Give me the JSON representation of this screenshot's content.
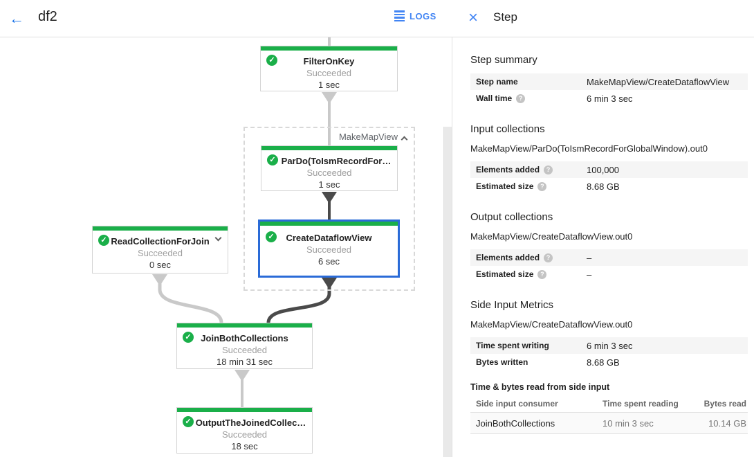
{
  "topbar": {
    "title": "df2",
    "logs_label": "LOGS"
  },
  "icons": {
    "back": "←",
    "close": "×",
    "check": "✓",
    "help": "?"
  },
  "colors": {
    "green": "#1aaf49",
    "accent_blue": "#1a73e8",
    "selected_border": "#2a6bd7",
    "edge_light": "#c9c9c9",
    "edge_dark": "#4a4a4a"
  },
  "graph": {
    "group_label": "MakeMapView",
    "nodes": [
      {
        "title": "FilterOnKey",
        "status": "Succeeded",
        "time": "1 sec"
      },
      {
        "title": "ParDo(ToIsmRecordFor…",
        "status": "Succeeded",
        "time": "1 sec"
      },
      {
        "title": "CreateDataflowView",
        "status": "Succeeded",
        "time": "6 sec",
        "selected": true
      },
      {
        "title": "ReadCollectionForJoin",
        "status": "Succeeded",
        "time": "0 sec"
      },
      {
        "title": "JoinBothCollections",
        "status": "Succeeded",
        "time": "18 min 31 sec"
      },
      {
        "title": "OutputTheJoinedCollec…",
        "status": "Succeeded",
        "time": "18 sec"
      }
    ]
  },
  "panel": {
    "title": "Step",
    "summary": {
      "heading": "Step summary",
      "rows": [
        {
          "label": "Step name",
          "value": "MakeMapView/CreateDataflowView"
        },
        {
          "label": "Wall time",
          "value": "6 min 3 sec"
        }
      ]
    },
    "input": {
      "heading": "Input collections",
      "path": "MakeMapView/ParDo(ToIsmRecordForGlobalWindow).out0",
      "rows": [
        {
          "label": "Elements added",
          "value": "100,000"
        },
        {
          "label": "Estimated size",
          "value": "8.68 GB"
        }
      ]
    },
    "output": {
      "heading": "Output collections",
      "path": "MakeMapView/CreateDataflowView.out0",
      "rows": [
        {
          "label": "Elements added",
          "value": "–"
        },
        {
          "label": "Estimated size",
          "value": "–"
        }
      ]
    },
    "side": {
      "heading": "Side Input Metrics",
      "path": "MakeMapView/CreateDataflowView.out0",
      "rows": [
        {
          "label": "Time spent writing",
          "value": "6 min 3 sec"
        },
        {
          "label": "Bytes written",
          "value": "8.68 GB"
        }
      ]
    },
    "table": {
      "heading": "Time & bytes read from side input",
      "headers": [
        "Side input consumer",
        "Time spent reading",
        "Bytes read"
      ],
      "rows": [
        [
          "JoinBothCollections",
          "10 min 3 sec",
          "10.14 GB"
        ]
      ]
    }
  }
}
